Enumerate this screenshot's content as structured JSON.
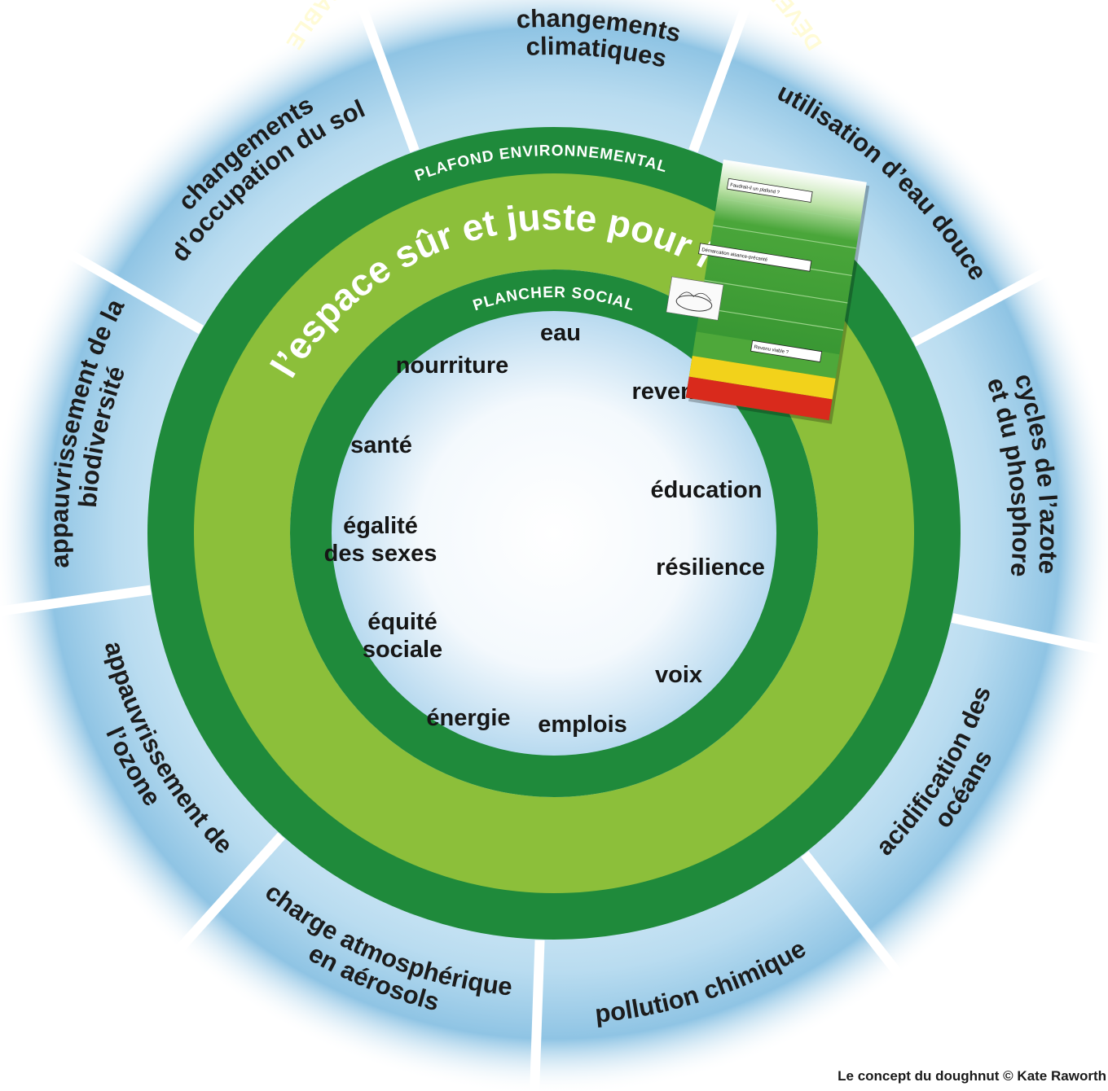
{
  "ceiling_label": "PLAFOND ENVIRONNEMENTAL",
  "floor_label": "PLANCHER SOCIAL",
  "safe_space_label": "l’espace sûr et juste pour l’h",
  "development_label": "DÉVELOPPEMENT ÉCONOMIQUE INCLUSIF ET DURABLE",
  "environmental_boundaries": [
    [
      "changements",
      "climatiques"
    ],
    [
      "utilisation d’eau douce"
    ],
    [
      "cycles de l’azote",
      "et du phosphore"
    ],
    [
      "acidification des",
      "océans"
    ],
    [
      "pollution chimique"
    ],
    [
      "charge atmosphérique",
      "en aérosols"
    ],
    [
      "appauvrissement de",
      "l’ozone"
    ],
    [
      "appauvrissement de la",
      "biodiversité"
    ],
    [
      "changements",
      "d’occupation du sol"
    ]
  ],
  "social_foundations": [
    [
      "eau"
    ],
    [
      "revenu"
    ],
    [
      "éducation"
    ],
    [
      "résilience"
    ],
    [
      "voix"
    ],
    [
      "emplois"
    ],
    [
      "énergie"
    ],
    [
      "équité",
      "sociale"
    ],
    [
      "égalité",
      "des sexes"
    ],
    [
      "santé"
    ],
    [
      "nourriture"
    ]
  ],
  "overlay_card": {
    "note_1": "Faudrait-il un plafond ?",
    "note_2": "Démarcation aisance-précarité",
    "note_3": "Revenu viable ?",
    "band_colors": [
      "#2f8f2f",
      "#4ea83a",
      "#f2d21b",
      "#d92a1c"
    ]
  },
  "colors": {
    "ring_dark": "#1f8a3b",
    "ring_light": "#8cbf3a",
    "sky": "#8fc4e4"
  },
  "credit": "Le concept du doughnut © Kate Raworth"
}
